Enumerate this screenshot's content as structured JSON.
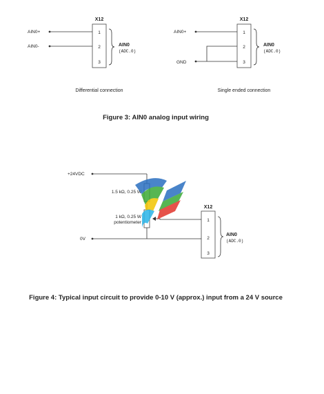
{
  "figure3": {
    "left": {
      "header": "X12",
      "labels": [
        "AIN0+",
        "AIN0-"
      ],
      "pins": [
        "1",
        "2",
        "3"
      ],
      "signal": "AIN0",
      "channel": "(ADC.0)",
      "caption": "Differential connection"
    },
    "right": {
      "header": "X12",
      "labels": [
        "AIN0+",
        "GND"
      ],
      "pins": [
        "1",
        "2",
        "3"
      ],
      "signal": "AIN0",
      "channel": "(ADC.0)",
      "caption": "Single ended connection"
    },
    "title": "Figure 3: AIN0 analog input wiring"
  },
  "figure4": {
    "supply": "+24VDC",
    "ground": "0V",
    "resistor": "1.5 kΩ, 0.25 W",
    "pot_line1": "1 kΩ, 0.25 W",
    "pot_line2": "potentiometer",
    "header": "X12",
    "pins": [
      "1",
      "2",
      "3"
    ],
    "signal": "AIN0",
    "channel": "(ADC.0)",
    "title": "Figure 4: Typical input circuit to provide 0-10 V (approx.) input from a 24 V source"
  },
  "colors": {
    "logo_green": "#3aaa35",
    "logo_blue": "#2a6fc0",
    "logo_red": "#e2342b",
    "logo_yellow": "#f2c500",
    "logo_cyan": "#29b5e8"
  }
}
